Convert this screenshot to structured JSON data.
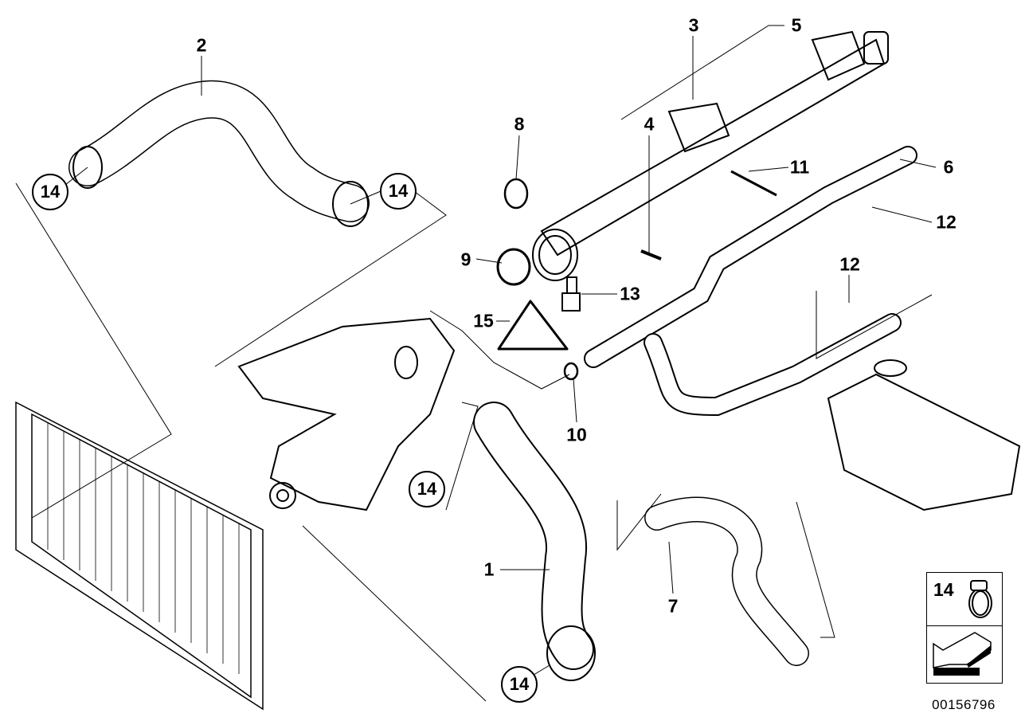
{
  "diagram": {
    "callouts": [
      "1",
      "2",
      "3",
      "4",
      "5",
      "6",
      "7",
      "8",
      "9",
      "10",
      "11",
      "12",
      "12",
      "13",
      "14",
      "14",
      "14",
      "14",
      "15"
    ],
    "labels": {
      "p1": "1",
      "p2": "2",
      "p3": "3",
      "p4": "4",
      "p5": "5",
      "p6": "6",
      "p7": "7",
      "p8": "8",
      "p9": "9",
      "p10": "10",
      "p11": "11",
      "p12a": "12",
      "p12b": "12",
      "p13": "13",
      "p14a": "14",
      "p14b": "14",
      "p14c": "14",
      "p14d": "14",
      "p15": "15"
    },
    "legend": {
      "part": "14",
      "icon": "hose-clamp-icon",
      "arrow": "arrow-icon"
    },
    "document_number": "00156796"
  }
}
